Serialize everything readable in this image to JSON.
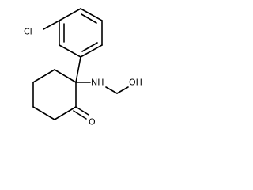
{
  "molecule": {
    "atoms": {
      "chlorine": "Cl",
      "amine": "NH",
      "hydroxyl": "OH",
      "carbonyl_oxygen": "O"
    }
  }
}
